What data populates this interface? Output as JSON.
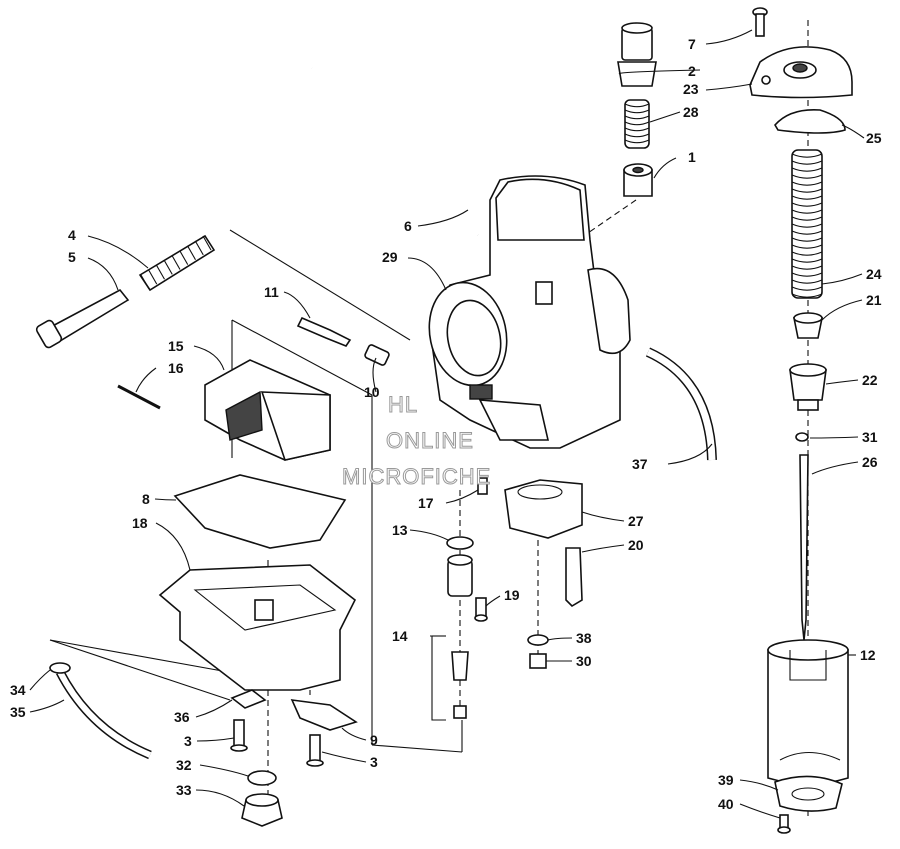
{
  "watermark": {
    "line1": "HL",
    "line2": "ONLINE",
    "line3": "MICROFICHE"
  },
  "callouts": [
    {
      "id": "c7",
      "text": "7"
    },
    {
      "id": "c2",
      "text": "2"
    },
    {
      "id": "c23",
      "text": "23"
    },
    {
      "id": "c28",
      "text": "28"
    },
    {
      "id": "c25",
      "text": "25"
    },
    {
      "id": "c1",
      "text": "1"
    },
    {
      "id": "c6",
      "text": "6"
    },
    {
      "id": "c4",
      "text": "4"
    },
    {
      "id": "c5",
      "text": "5"
    },
    {
      "id": "c29",
      "text": "29"
    },
    {
      "id": "c24",
      "text": "24"
    },
    {
      "id": "c21",
      "text": "21"
    },
    {
      "id": "c11",
      "text": "11"
    },
    {
      "id": "c15",
      "text": "15"
    },
    {
      "id": "c16",
      "text": "16"
    },
    {
      "id": "c10",
      "text": "10"
    },
    {
      "id": "c22",
      "text": "22"
    },
    {
      "id": "c31",
      "text": "31"
    },
    {
      "id": "c26",
      "text": "26"
    },
    {
      "id": "c37",
      "text": "37"
    },
    {
      "id": "c8",
      "text": "8"
    },
    {
      "id": "c17",
      "text": "17"
    },
    {
      "id": "c27",
      "text": "27"
    },
    {
      "id": "c18",
      "text": "18"
    },
    {
      "id": "c13",
      "text": "13"
    },
    {
      "id": "c20",
      "text": "20"
    },
    {
      "id": "c19",
      "text": "19"
    },
    {
      "id": "c14",
      "text": "14"
    },
    {
      "id": "c38",
      "text": "38"
    },
    {
      "id": "c12",
      "text": "12"
    },
    {
      "id": "c30",
      "text": "30"
    },
    {
      "id": "c34",
      "text": "34"
    },
    {
      "id": "c35",
      "text": "35"
    },
    {
      "id": "c36",
      "text": "36"
    },
    {
      "id": "c9",
      "text": "9"
    },
    {
      "id": "c3a",
      "text": "3"
    },
    {
      "id": "c32",
      "text": "32"
    },
    {
      "id": "c3b",
      "text": "3"
    },
    {
      "id": "c33",
      "text": "33"
    },
    {
      "id": "c39",
      "text": "39"
    },
    {
      "id": "c40",
      "text": "40"
    }
  ]
}
